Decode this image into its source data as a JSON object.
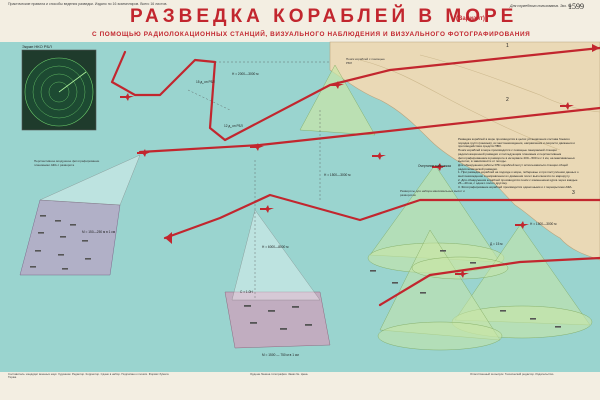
{
  "header": {
    "top_note": "Практические правила и способы ведения разведки. Издано по 16 экземпляров. Всего 16 листов.",
    "sheet_label": "Для служебного пользования. Экз. №",
    "sheet_number": "1599",
    "title": "РАЗВЕДКА КОРАБЛЕЙ В МОРЕ",
    "variant": "(Вариант)",
    "subtitle": "С ПОМОЩЬЮ РАДИОЛОКАЦИОННЫХ СТАНЦИЙ, ВИЗУАЛЬНОГО НАБЛЮДЕНИЯ И ВИЗУАЛЬНОГО ФОТОГРАФИРОВАНИЯ"
  },
  "radar": {
    "label": "Экран НКО РБЛ"
  },
  "labels": {
    "altitude_top": "Н = 2000—3000 м",
    "altitude_mid": "Н = 1500—3000 м",
    "altitude_photo": "Н = 6000—8000 м",
    "range_small": "15 д_оп РБЛ",
    "range_mid": "12 д_оп РБЛ",
    "search_radar": "Поиск кораблей с помощью РБЛ",
    "photo_title": "Перспективное воздушное фотографирование плановыми АФА с разворота",
    "shoreline": "Очертание побережья",
    "turns": "Развороты для набора максимальных высот и разворотов",
    "width_small": "М = 150—250 м в 1 см",
    "width_large": "М = 1500 — 750 м в 1 см",
    "strip": "С = 1.0Н",
    "right_alt": "Н = 1500—3000 м",
    "d_label": "Д = 15 м",
    "num1": "1",
    "num2": "2",
    "num3": "3"
  },
  "text_block": [
    "Разведка кораблей в море производится в целях установления состава боевого порядка групп (конвоев), их местонахождения, направления и скорости движения и противодействия средств ПВО.",
    "Поиск кораблей в море производится с помощью панорамной станции радиолокационной разведки и последующим плановым и перспективным фотографированием в развороте в интервале 200—500 м с 1 км, на максимальных высотах, в зависимости от погоды.",
    "Для обнаружения работы РЛС кораблей могут использоваться станции общей радиотехнической разведки."
  ],
  "steps": [
    "1. При разведке кораблей на подходе к морю, побережье и при поступлении данных о местонахождении и направлении их движения полет выполняется по маршруту.",
    "2. Для обнаружения кораблей производится поиск с изменением курса через каждые 25—40 км, с одного поля к другому.",
    "3. Фотографирование кораблей производится одиночными и с перекрытием АФА."
  ],
  "footer": {
    "left": "Составитель: кандидат военных наук. Художник. Редактор. Корректор. Сдано в набор. Подписано к печати. Формат бумаги. Тираж.",
    "center": "Ордена Ленина типография. Заказ №. Цена.",
    "right": "Ответственный за выпуск. Технический редактор. Издательство."
  },
  "colors": {
    "sea": "#9ad4cf",
    "land": "#ead9b6",
    "route": "#c2262e",
    "title": "#c2262e",
    "cone": "#c9e6a6"
  }
}
